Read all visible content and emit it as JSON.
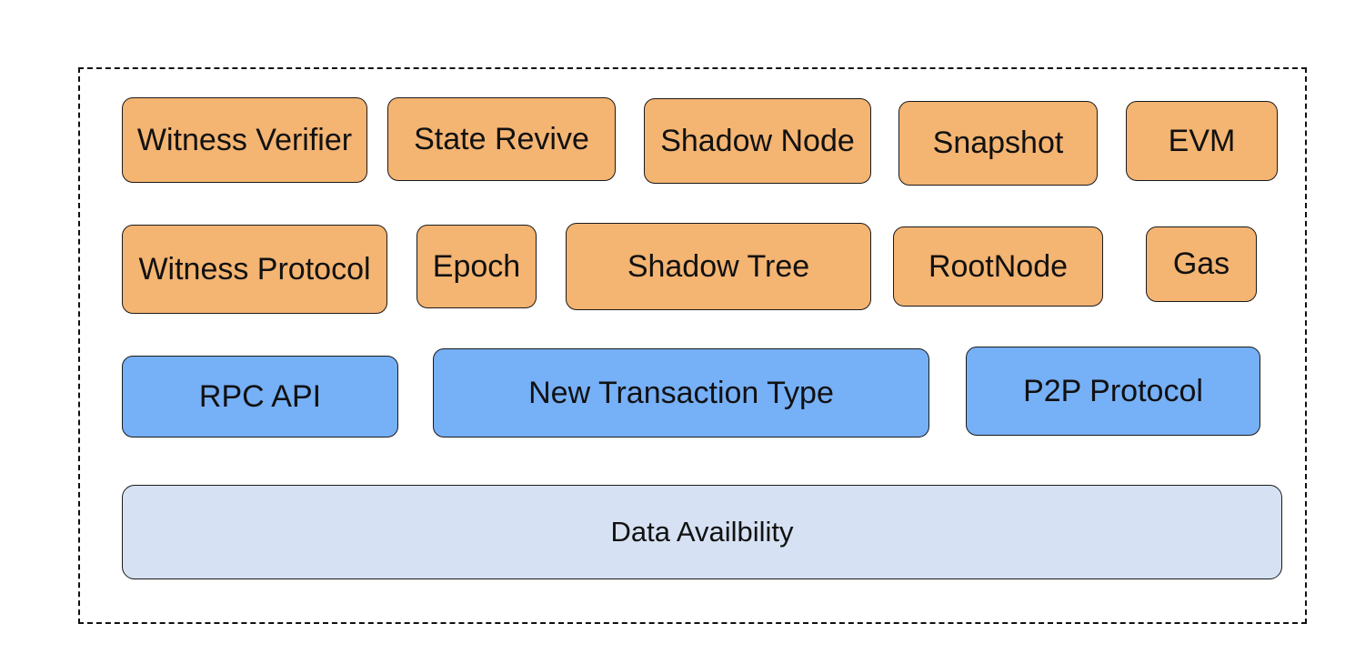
{
  "diagram": {
    "rows": [
      {
        "name": "components-row-1",
        "items": [
          {
            "label": "Witness Verifier"
          },
          {
            "label": "State Revive"
          },
          {
            "label": "Shadow Node"
          },
          {
            "label": "Snapshot"
          },
          {
            "label": "EVM"
          }
        ]
      },
      {
        "name": "components-row-2",
        "items": [
          {
            "label": "Witness Protocol"
          },
          {
            "label": "Epoch"
          },
          {
            "label": "Shadow Tree"
          },
          {
            "label": "RootNode"
          },
          {
            "label": "Gas"
          }
        ]
      },
      {
        "name": "interface-row",
        "items": [
          {
            "label": "RPC API"
          },
          {
            "label": "New Transaction Type"
          },
          {
            "label": "P2P Protocol"
          }
        ]
      },
      {
        "name": "base-row",
        "items": [
          {
            "label": "Data Availbility"
          }
        ]
      }
    ],
    "colors": {
      "component": "#f4b472",
      "interface": "#76b0f7",
      "base": "#d6e2f3",
      "border": "#1a1a1a"
    }
  }
}
